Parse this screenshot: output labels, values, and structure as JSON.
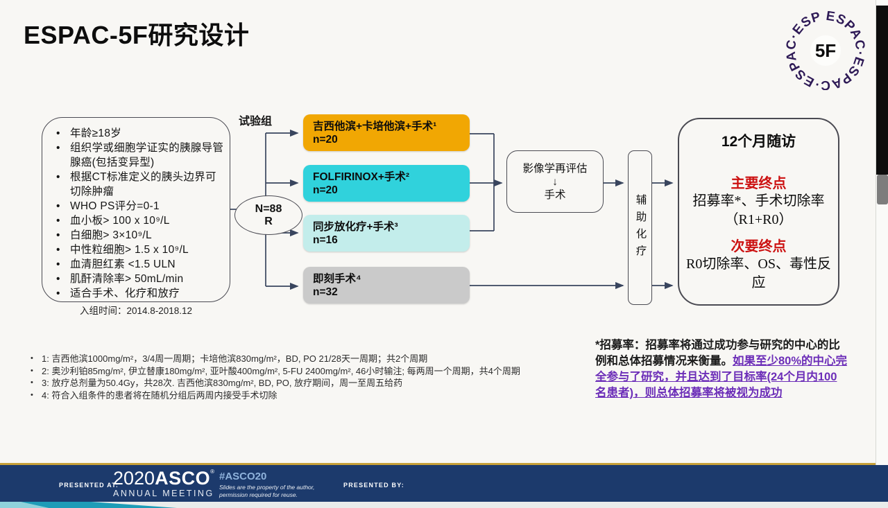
{
  "title": "ESPAC-5F研究设计",
  "logo": {
    "ring_text": "ESPAC·ESPAC·ESPAC·ESPAC·",
    "center": "5F",
    "ring_color": "#2E1A56"
  },
  "criteria": {
    "items": [
      "年龄≥18岁",
      "组织学或细胞学证实的胰腺导管腺癌(包括变异型)",
      "根据CT标准定义的胰头边界可切除肿瘤",
      "WHO PS评分=0-1",
      "血小板> 100 x 10⁹/L",
      "白细胞> 3×10⁹/L",
      "中性粒细胞> 1.5 x 10⁹/L",
      "血清胆红素 <1.5 ULN",
      "肌酐清除率> 50mL/min",
      "适合手术、化疗和放疗"
    ],
    "enrollment_period": "入组时间：2014.8-2018.12"
  },
  "flow": {
    "experimental_group_label": "试验组",
    "randomization": {
      "n": "N=88",
      "r": "R"
    },
    "arms": [
      {
        "name": "吉西他滨+卡培他滨+手术¹",
        "n": "n=20",
        "color": "#F1A703"
      },
      {
        "name": "FOLFIRINOX+手术²",
        "n": "n=20",
        "color": "#30D2DC"
      },
      {
        "name": "同步放化疗+手术³",
        "n": "n=16",
        "color": "#C3EDEB"
      },
      {
        "name": "即刻手术⁴",
        "n": "n=32",
        "color": "#CACACA"
      }
    ],
    "evaluation_box": {
      "line1": "影像学再评估",
      "arrow": "↓",
      "line2": "手术"
    },
    "adjuvant_label": "辅助化疗",
    "followup_box": {
      "title": "12个月随访",
      "primary_label": "主要终点",
      "primary_text": "招募率*、手术切除率（R1+R0）",
      "secondary_label": "次要终点",
      "secondary_text": "R0切除率、OS、毒性反应",
      "accent_color": "#CC1111"
    }
  },
  "footnotes": [
    "1: 吉西他滨1000mg/m²，3/4周一周期；卡培他滨830mg/m²，BD, PO 21/28天一周期；共2个周期",
    "2: 奥沙利铂85mg/m², 伊立替康180mg/m², 亚叶酸400mg/m², 5-FU 2400mg/m², 46小时输注; 每两周一个周期，共4个周期",
    "3: 放疗总剂量为50.4Gy，共28次. 吉西他滨830mg/m², BD, PO, 放疗期间，周一至周五给药",
    "4: 符合入组条件的患者将在随机分组后两周内接受手术切除"
  ],
  "recruitment_note": {
    "black_part": "*招募率：招募率将通过成功参与研究的中心的比例和总体招募情况来衡量。",
    "purple_part": "如果至少80%的中心完全参与了研究，并且达到了目标率(24个月内100名患者)，则总体招募率将被视为成功",
    "purple_color": "#6C2EB8"
  },
  "footer": {
    "presented_at": "PRESENTED AT:",
    "logo_year": "2020",
    "logo_name": "ASCO",
    "logo_reg": "®",
    "logo_sub": "ANNUAL MEETING",
    "hashtag": "#ASCO20",
    "disclaimer_line1": "Slides are the property of the author,",
    "disclaimer_line2": "permission required for reuse.",
    "presented_by": "PRESENTED BY:",
    "bar_color": "#1C3A6C",
    "gold_color": "#C6A038"
  }
}
